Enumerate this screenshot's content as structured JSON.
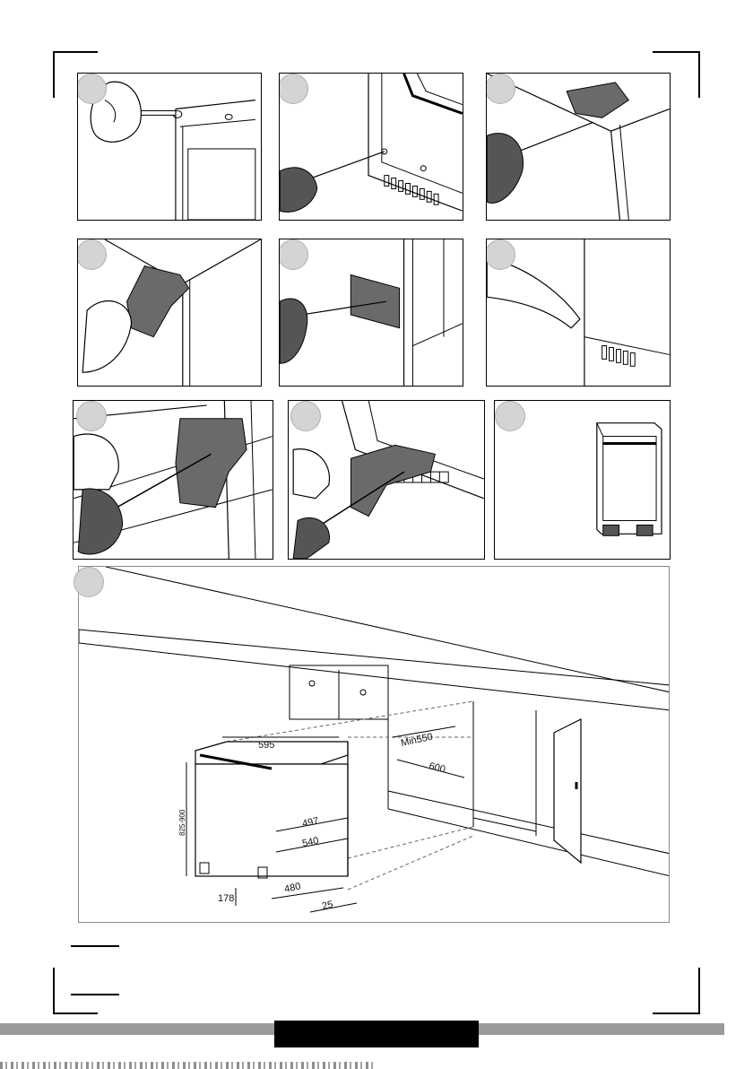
{
  "dimensions": {
    "width": "595",
    "min_depth": "Min550",
    "depth": "600",
    "height": "825-900",
    "d497": "497",
    "d540": "540",
    "d480": "480",
    "d25": "25",
    "d178": "178"
  },
  "colors": {
    "badge": "#d4d4d4",
    "line": "#000000",
    "glove": "#555555",
    "dashed": "#666666"
  },
  "icons": {
    "step_badge": "step-badge-icon",
    "screwdriver": "screwdriver-icon",
    "hand": "hand-icon",
    "bracket": "bracket-icon"
  }
}
